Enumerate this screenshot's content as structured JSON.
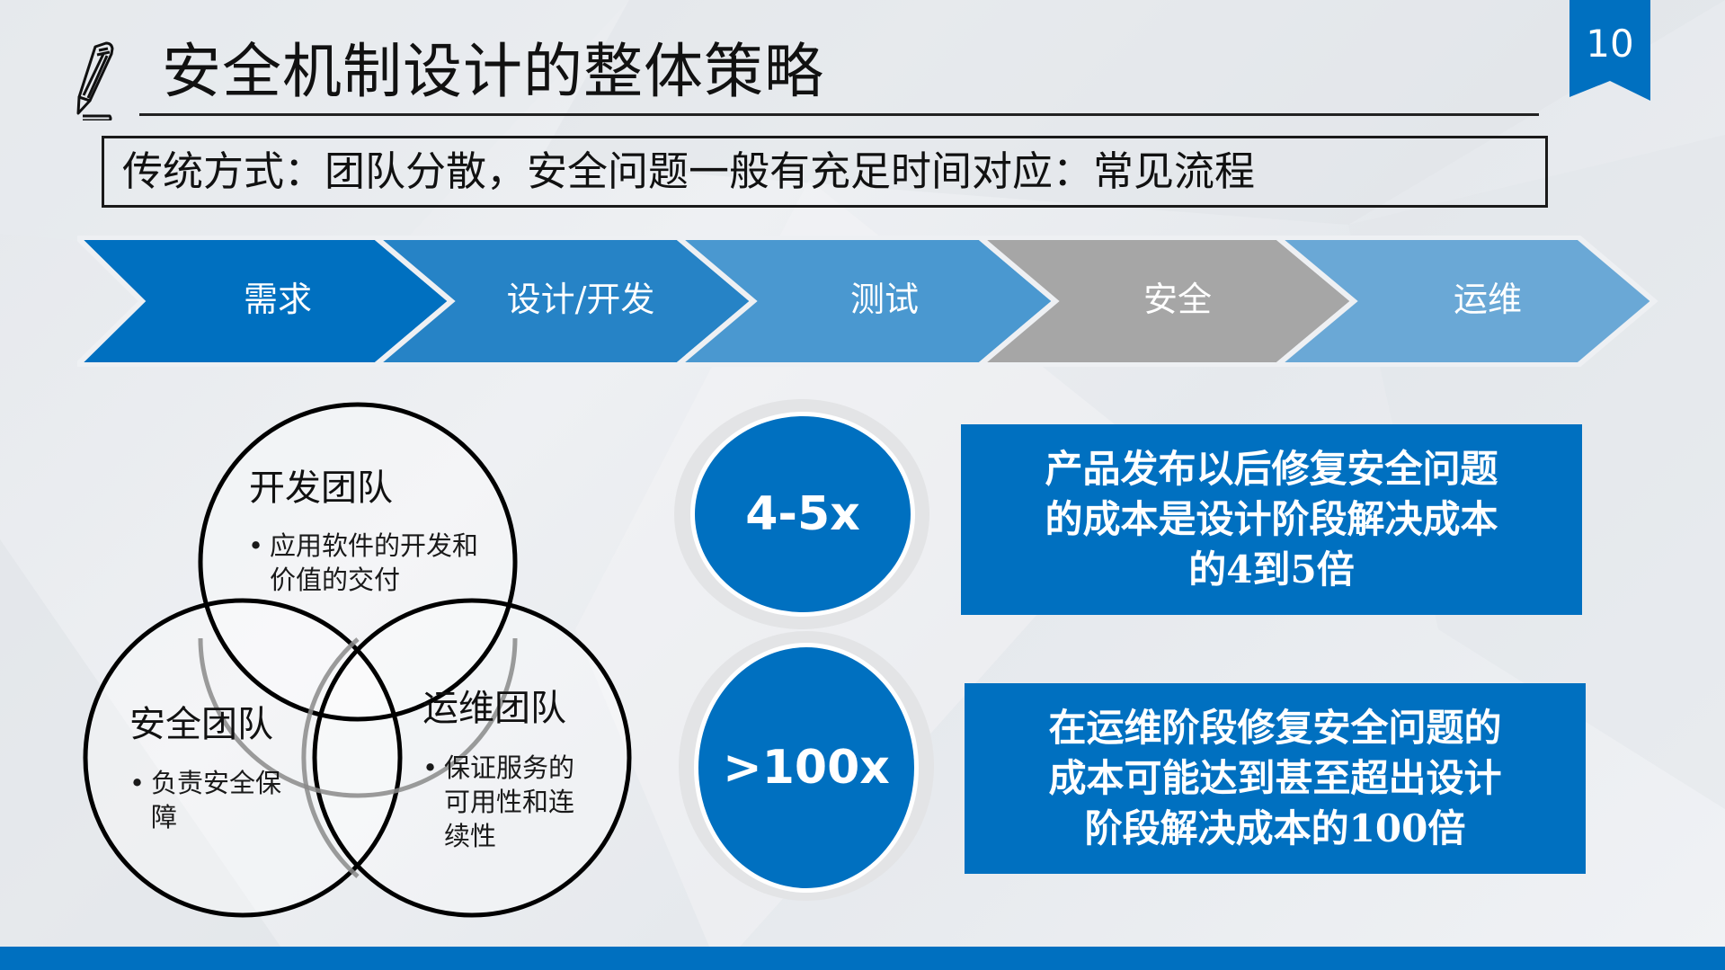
{
  "slide": {
    "page_number": "10",
    "title": "安全机制设计的整体策略",
    "subtitle": "传统方式：团队分散，安全问题一般有充足时间对应：常见流程",
    "icons": {
      "title_icon": "pencil-icon",
      "page_badge": "bookmark-ribbon"
    }
  },
  "process": {
    "steps": [
      {
        "label": "需求",
        "color": "#0070c0"
      },
      {
        "label": "设计/开发",
        "color": "#2683c6"
      },
      {
        "label": "测试",
        "color": "#4a98d0"
      },
      {
        "label": "安全",
        "color": "#a6a6a6"
      },
      {
        "label": "运维",
        "color": "#6aa8d6"
      }
    ]
  },
  "venn": {
    "dev": {
      "title": "开发团队",
      "bullet": "应用软件的开发和价值的交付"
    },
    "security": {
      "title": "安全团队",
      "bullet": "负责安全保障"
    },
    "ops": {
      "title": "运维团队",
      "bullet": "保证服务的可用性和连续性"
    }
  },
  "stats": [
    {
      "value": "4-5x",
      "text_lines": [
        "产品发布以后修复安全问题",
        "的成本是设计阶段解决成本",
        "的4到5倍"
      ]
    },
    {
      "value": ">100x",
      "text_lines": [
        "在运维阶段修复安全问题的",
        "成本可能达到甚至超出设计",
        "阶段解决成本的100倍"
      ]
    }
  ],
  "colors": {
    "accent": "#0070c0",
    "text": "#111111",
    "bar": "#0070c0"
  }
}
